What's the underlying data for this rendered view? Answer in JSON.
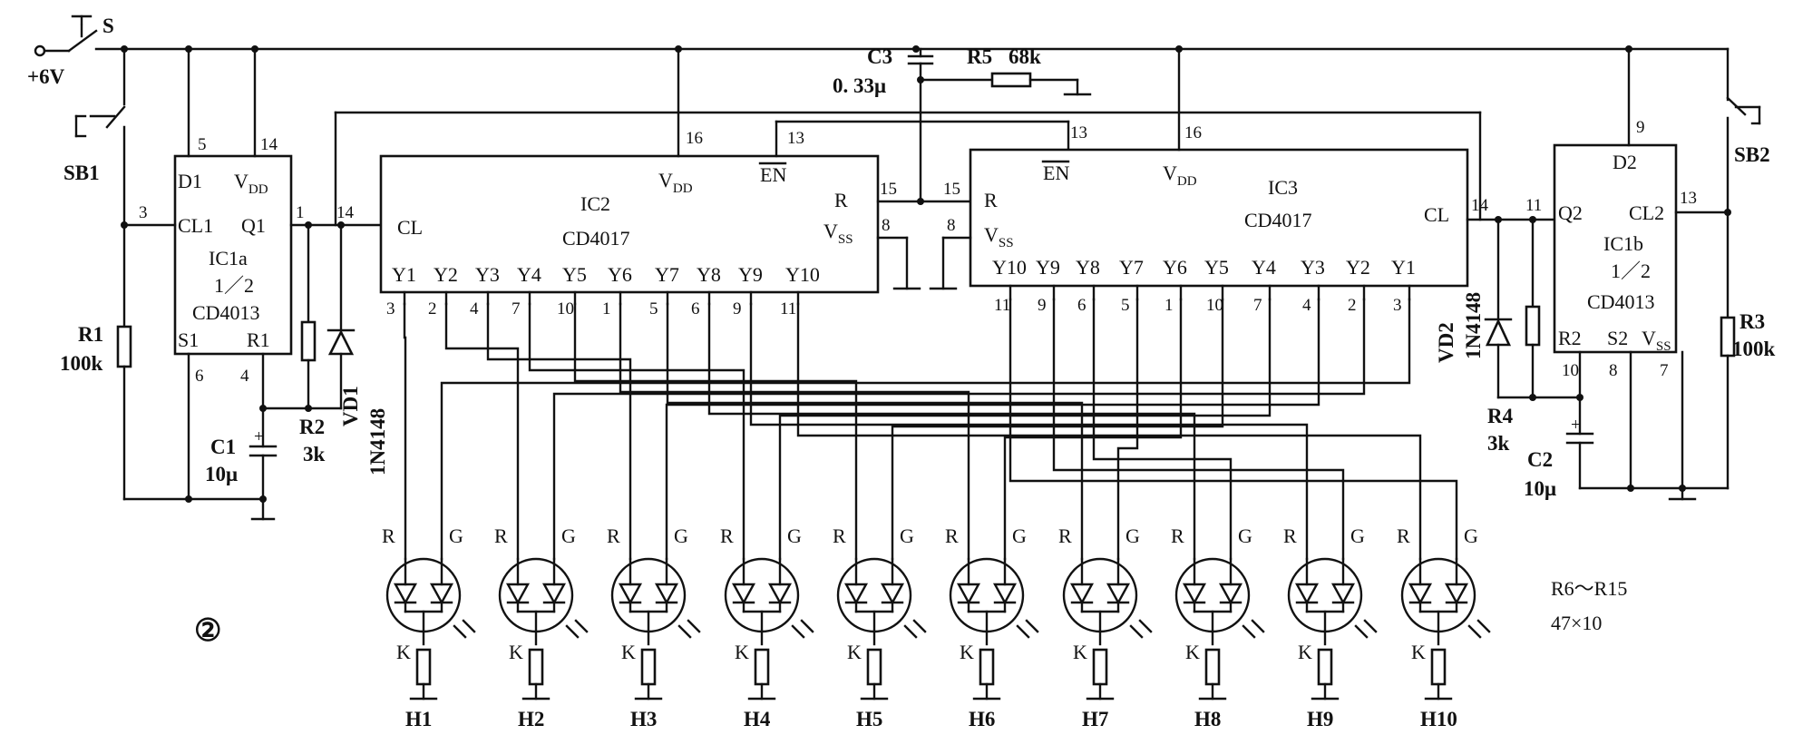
{
  "figure": {
    "number": "②",
    "supply": "+6V",
    "switch_s": "S",
    "sb1": "SB1",
    "sb2": "SB2",
    "note_r6_r15": "R6～R15",
    "note_r6_value": "47×10"
  },
  "parts": {
    "r1": {
      "name": "R1",
      "value": "100k"
    },
    "r2": {
      "name": "R2",
      "value": "3k"
    },
    "r3": {
      "name": "R3",
      "value": "100k"
    },
    "r4": {
      "name": "R4",
      "value": "3k"
    },
    "r5": {
      "name": "R5",
      "value": "68k"
    },
    "c1": {
      "name": "C1",
      "value": "10μ"
    },
    "c2": {
      "name": "C2",
      "value": "10μ"
    },
    "c3": {
      "name": "C3",
      "value": "0. 33μ"
    },
    "vd1": {
      "name": "VD1",
      "value": "1N4148"
    },
    "vd2": {
      "name": "VD2",
      "value": "1N4148"
    }
  },
  "ic1a": {
    "name": "IC1a",
    "frac": "1／2",
    "part": "CD4013",
    "pins": {
      "D1": "D1",
      "VDD": "V",
      "VDD_sub": "DD",
      "CL1": "CL1",
      "Q1": "Q1",
      "S1": "S1",
      "R1": "R1"
    },
    "nums": {
      "d1": "5",
      "vdd": "14",
      "cl1": "3",
      "q1": "1",
      "s1": "6",
      "r1": "4"
    }
  },
  "ic1b": {
    "name": "IC1b",
    "frac": "1／2",
    "part": "CD4013",
    "pins": {
      "D2": "D2",
      "Q2": "Q2",
      "CL2": "CL2",
      "R2": "R2",
      "S2": "S2",
      "VSS": "V",
      "VSS_sub": "SS"
    },
    "nums": {
      "d2": "9",
      "q2": "11",
      "cl2": "13",
      "r2": "10",
      "s2": "8",
      "vss": "7"
    }
  },
  "ic2": {
    "name": "IC2",
    "part": "CD4017",
    "pins": {
      "CL": "CL",
      "VDD": "V",
      "VDD_sub": "DD",
      "EN": "EN",
      "R": "R",
      "VSS": "V",
      "VSS_sub": "SS"
    },
    "nums": {
      "cl": "14",
      "vdd": "16",
      "en": "13",
      "r": "15",
      "vss": "8"
    },
    "outputs": [
      "Y1",
      "Y2",
      "Y3",
      "Y4",
      "Y5",
      "Y6",
      "Y7",
      "Y8",
      "Y9",
      "Y10"
    ],
    "out_nums": [
      "3",
      "2",
      "4",
      "7",
      "10",
      "1",
      "5",
      "6",
      "9",
      "11"
    ]
  },
  "ic3": {
    "name": "IC3",
    "part": "CD4017",
    "pins": {
      "CL": "CL",
      "VDD": "V",
      "VDD_sub": "DD",
      "EN": "EN",
      "R": "R",
      "VSS": "V",
      "VSS_sub": "SS"
    },
    "nums": {
      "cl": "14",
      "vdd": "16",
      "en": "13",
      "r": "15",
      "vss": "8"
    },
    "outputs": [
      "Y10",
      "Y9",
      "Y8",
      "Y7",
      "Y6",
      "Y5",
      "Y4",
      "Y3",
      "Y2",
      "Y1"
    ],
    "out_nums": [
      "11",
      "9",
      "6",
      "5",
      "1",
      "10",
      "7",
      "4",
      "2",
      "3"
    ]
  },
  "leds": {
    "r_label": "R",
    "g_label": "G",
    "k_label": "K",
    "names": [
      "H1",
      "H2",
      "H3",
      "H4",
      "H5",
      "H6",
      "H7",
      "H8",
      "H9",
      "H10"
    ]
  }
}
